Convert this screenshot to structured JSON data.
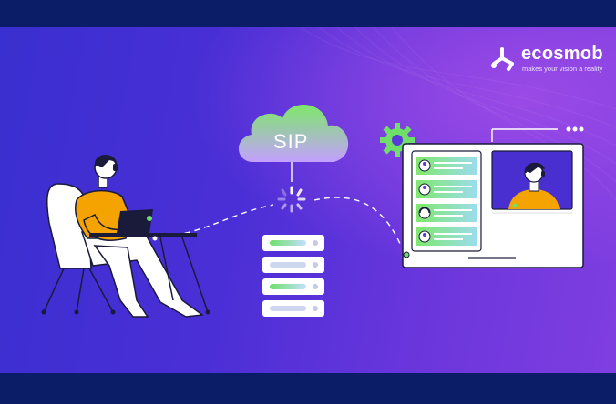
{
  "brand": {
    "name": "ecosmob",
    "tagline": "makes your vision a reality"
  },
  "cloud": {
    "label": "SIP"
  },
  "icons": [
    "ecosmob-logo-icon",
    "cloud-icon",
    "loading-spinner-icon",
    "server-rack-icon",
    "gear-icon",
    "user-avatar-icon",
    "headset-agent-icon",
    "laptop-icon"
  ],
  "colors": {
    "background_start": "#3a2fd0",
    "background_end": "#7f3ee0",
    "band": "#0b1d66",
    "accent_green": "#6ee06a",
    "accent_yellow": "#f4a300",
    "cloud_top": "#7ee86a",
    "cloud_bottom": "#c3a0ff"
  }
}
